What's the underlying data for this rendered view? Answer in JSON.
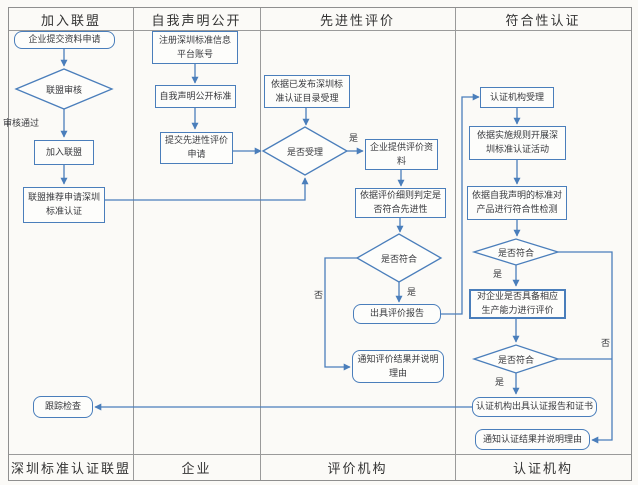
{
  "colors": {
    "accent": "#4a7ebb",
    "lane_border": "#8f8f8f",
    "text": "#38393d",
    "background": "#fbfaf7"
  },
  "lanes": {
    "headers": [
      "加入联盟",
      "自我声明公开",
      "先进性评价",
      "符合性认证"
    ],
    "footers": [
      "深圳标准认证联盟",
      "企业",
      "评价机构",
      "认证机构"
    ]
  },
  "nodes": {
    "submit_application": "企业提交资料申请",
    "alliance_review": "联盟审核",
    "join_alliance": "加入联盟",
    "alliance_recommend": "联盟推荐申请深圳标准认证",
    "tracking_inspection": "跟踪检查",
    "register_account": "注册深圳标准信息平台账号",
    "self_declare_standard": "自我声明公开标准",
    "submit_advanced_eval": "提交先进性评价申请",
    "accept_per_catalog": "依据已发布深圳标准认证目录受理",
    "accept_decision": "是否受理",
    "provide_materials": "企业提供评价资料",
    "judge_advancement": "依据评价细则判定是否符合先进性",
    "conform_decision_eval": "是否符合",
    "issue_eval_report": "出具评价报告",
    "notify_eval_result": "通知评价结果并说明理由",
    "cert_body_accept": "认证机构受理",
    "carry_out_cert": "依据实施规则开展深圳标准认证活动",
    "conformity_testing": "依据自我声明的标准对产品进行符合性检测",
    "conform_decision_test": "是否符合",
    "evaluate_capacity": "对企业是否具备相应生产能力进行评价",
    "conform_decision_capacity": "是否符合",
    "issue_cert_report": "认证机构出具认证报告和证书",
    "notify_cert_result": "通知认证结果并说明理由"
  },
  "edge_labels": {
    "yes": "是",
    "no": "否",
    "review_passed": "审核通过"
  }
}
